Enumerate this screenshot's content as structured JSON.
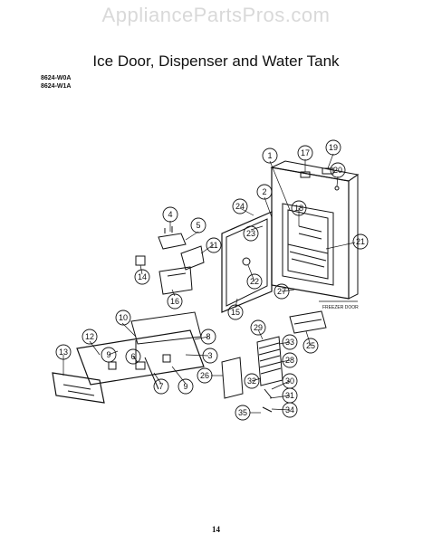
{
  "watermark": "AppliancePartsPros.com",
  "title": "Ice Door, Dispenser and Water Tank",
  "models": [
    "8624-W0A",
    "8624-W1A"
  ],
  "annotation": "FREEZER DOOR",
  "page_number": "14",
  "callouts": [
    "1",
    "2",
    "3",
    "4",
    "5",
    "6",
    "7",
    "8",
    "9",
    "9",
    "10",
    "11",
    "12",
    "13",
    "14",
    "15",
    "16",
    "17",
    "18",
    "19",
    "20",
    "21",
    "22",
    "23",
    "24",
    "25",
    "26",
    "27",
    "28",
    "29",
    "30",
    "31",
    "32",
    "33",
    "34",
    "35"
  ]
}
